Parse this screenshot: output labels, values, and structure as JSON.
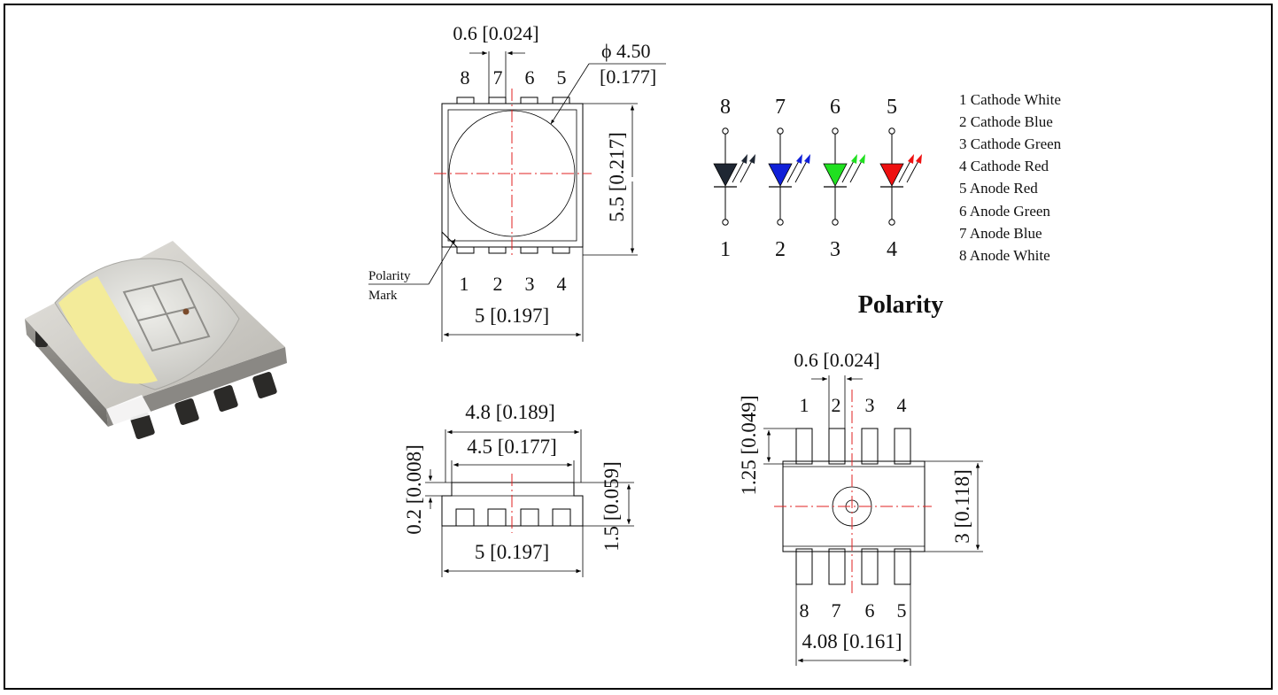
{
  "top_view": {
    "pin_pitch": "0.6 [0.024]",
    "lens_diameter_mm": "4.50",
    "lens_diameter_in": "[0.177]",
    "height": "5.5 [0.217]",
    "width": "5 [0.197]",
    "top_pins": [
      "8",
      "7",
      "6",
      "5"
    ],
    "bottom_pins": [
      "1",
      "2",
      "3",
      "4"
    ],
    "polarity_mark_line1": "Polarity",
    "polarity_mark_line2": "Mark",
    "phi_symbol": "ϕ"
  },
  "side_view": {
    "outer_width": "4.8 [0.189]",
    "inner_width": "4.5 [0.177]",
    "base_width": "5 [0.197]",
    "step_height": "0.2 [0.008]",
    "total_height": "1.5 [0.059]"
  },
  "bottom_view": {
    "pin_pitch": "0.6 [0.024]",
    "pad_height": "1.25 [0.049]",
    "body_height": "3 [0.118]",
    "pad_span": "4.08 [0.161]",
    "top_pins": [
      "1",
      "2",
      "3",
      "4"
    ],
    "bottom_pins": [
      "8",
      "7",
      "6",
      "5"
    ]
  },
  "schematic": {
    "anodes": [
      "8",
      "7",
      "6",
      "5"
    ],
    "cathodes": [
      "1",
      "2",
      "3",
      "4"
    ],
    "led_colors": [
      "#1f2733",
      "#1020d8",
      "#20e020",
      "#ee1010"
    ],
    "title": "Polarity"
  },
  "pin_legend": [
    "1 Cathode White",
    "2 Cathode Blue",
    "3 Cathode Green",
    "4 Cathode Red",
    "5 Anode Red",
    "6 Anode Green",
    "7 Anode Blue",
    "8 Anode White"
  ]
}
